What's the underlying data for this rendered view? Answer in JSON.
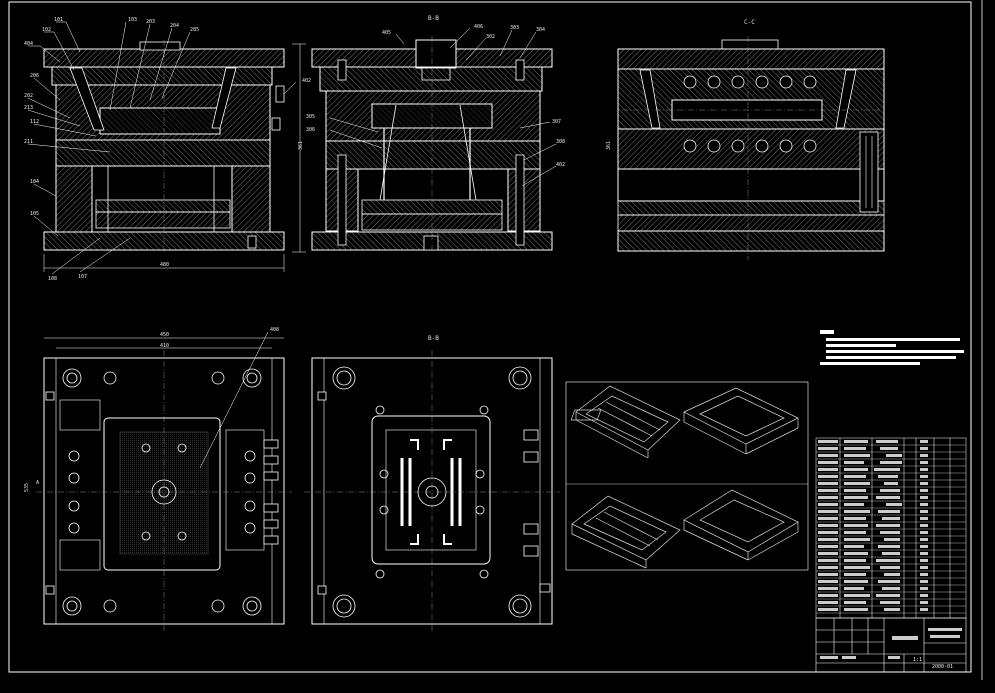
{
  "drawing": {
    "background": "#000000",
    "line_color": "#ffffff",
    "accent_color": "#d8d8d8"
  },
  "sections": {
    "top_middle": "B-B",
    "top_right": "C-C",
    "bottom_middle": "B-B"
  },
  "callouts_left": [
    "101",
    "102",
    "103",
    "203",
    "204",
    "205",
    "404",
    "206",
    "402",
    "202",
    "213",
    "112",
    "211",
    "104",
    "105",
    "108",
    "107"
  ],
  "callouts_middle": [
    "405",
    "406",
    "302",
    "303",
    "304",
    "305",
    "306",
    "307",
    "308",
    "402"
  ],
  "callouts_bottom": [
    "408"
  ],
  "dimensions": {
    "top_width": "480",
    "top_height": "361",
    "top_right_height": "361",
    "plan_width_outer": "450",
    "plan_width_inner": "410",
    "plan_height": "535",
    "section_mark": "A"
  },
  "title_block": {
    "scale": "1:1",
    "drawing_code": "2000-01"
  }
}
